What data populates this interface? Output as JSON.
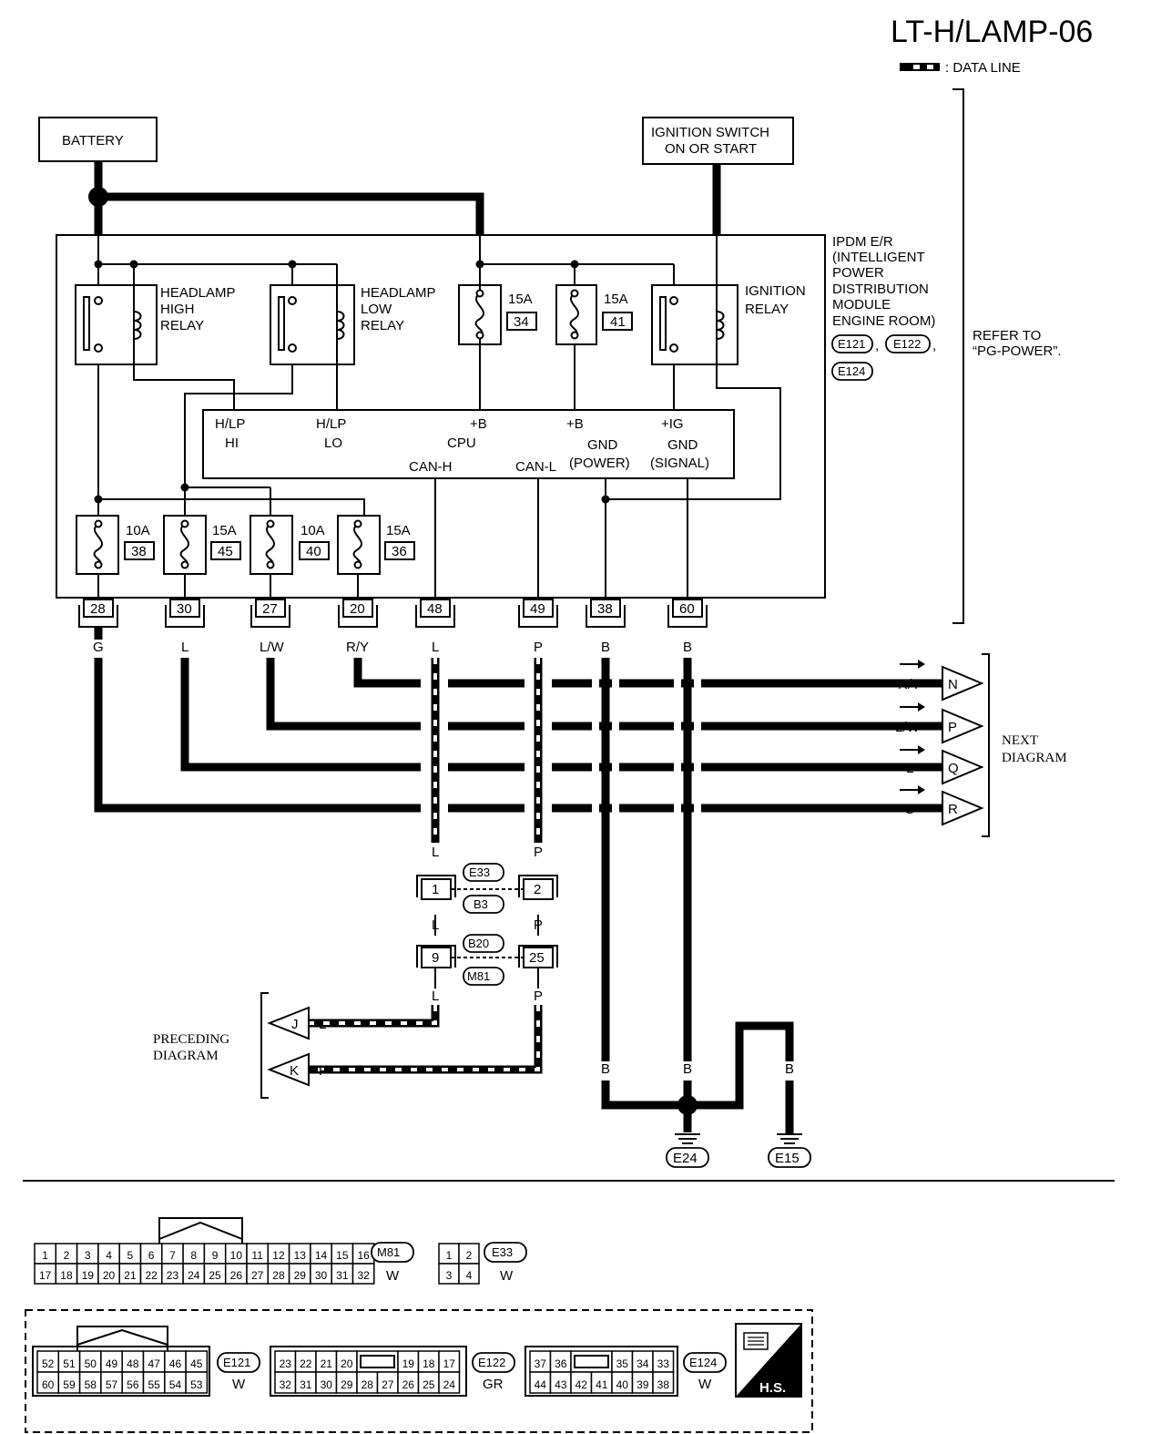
{
  "title": "LT-H/LAMP-06",
  "legend": {
    "data_line": ": DATA LINE"
  },
  "battery": "BATTERY",
  "ignition_switch": [
    "IGNITION SWITCH",
    "ON OR START"
  ],
  "ipdm": {
    "lines": [
      "IPDM E/R",
      "(INTELLIGENT",
      "POWER",
      "DISTRIBUTION",
      "MODULE",
      "ENGINE ROOM)"
    ],
    "connectors": [
      "E121",
      "E122",
      "E124"
    ]
  },
  "refer_to": [
    "REFER TO",
    "“PG-POWER”."
  ],
  "relays": {
    "high": [
      "HEADLAMP",
      "HIGH",
      "RELAY"
    ],
    "low": [
      "HEADLAMP",
      "LOW",
      "RELAY"
    ],
    "ignition": [
      "IGNITION",
      "RELAY"
    ]
  },
  "top_fuses": [
    {
      "amps": "15A",
      "num": "34"
    },
    {
      "amps": "15A",
      "num": "41"
    }
  ],
  "cpu": {
    "hlp_hi": [
      "H/LP",
      "HI"
    ],
    "hlp_lo": [
      "H/LP",
      "LO"
    ],
    "pb1": "+B",
    "cpu": "CPU",
    "pb2": "+B",
    "pig": "+IG",
    "can_h": "CAN-H",
    "can_l": "CAN-L",
    "gnd_power": [
      "GND",
      "(POWER)"
    ],
    "gnd_signal": [
      "GND",
      "(SIGNAL)"
    ]
  },
  "bottom_fuses": [
    {
      "amps": "10A",
      "num": "38"
    },
    {
      "amps": "15A",
      "num": "45"
    },
    {
      "amps": "10A",
      "num": "40"
    },
    {
      "amps": "15A",
      "num": "36"
    }
  ],
  "pins": [
    "28",
    "30",
    "27",
    "20",
    "48",
    "49",
    "38",
    "60"
  ],
  "pin_colors": [
    "G",
    "L",
    "L/W",
    "R/Y",
    "L",
    "P",
    "B",
    "B"
  ],
  "next": {
    "wires": [
      "R/Y",
      "L/W",
      "L",
      "G"
    ],
    "letters": [
      "N",
      "P",
      "Q",
      "R"
    ],
    "label": [
      "NEXT",
      "DIAGRAM"
    ]
  },
  "mid_connectors": {
    "a_pins": [
      "1",
      "2"
    ],
    "a_names": [
      "E33",
      "B3"
    ],
    "b_pins": [
      "9",
      "25"
    ],
    "b_names": [
      "B20",
      "M81"
    ],
    "colors": {
      "l": "L",
      "p": "P"
    }
  },
  "preceding": {
    "letters": [
      "J",
      "K"
    ],
    "wires": [
      "L",
      "P"
    ],
    "label": [
      "PRECEDING",
      "DIAGRAM"
    ]
  },
  "grounds": {
    "wire": "B",
    "names": [
      "E24",
      "E15"
    ]
  },
  "m81_table": {
    "row1": [
      "1",
      "2",
      "3",
      "4",
      "5",
      "6",
      "7",
      "8",
      "9",
      "10",
      "11",
      "12",
      "13",
      "14",
      "15",
      "16"
    ],
    "row2": [
      "17",
      "18",
      "19",
      "20",
      "21",
      "22",
      "23",
      "24",
      "25",
      "26",
      "27",
      "28",
      "29",
      "30",
      "31",
      "32"
    ],
    "name": "M81",
    "color": "W"
  },
  "e33_table": {
    "row1": [
      "1",
      "2"
    ],
    "row2": [
      "3",
      "4"
    ],
    "name": "E33",
    "color": "W"
  },
  "e121_table": {
    "row1": [
      "52",
      "51",
      "50",
      "49",
      "48",
      "47",
      "46",
      "45"
    ],
    "row2": [
      "60",
      "59",
      "58",
      "57",
      "56",
      "55",
      "54",
      "53"
    ],
    "name": "E121",
    "color": "W"
  },
  "e122_table": {
    "row1": [
      "23",
      "22",
      "21",
      "20",
      "",
      "19",
      "18",
      "17"
    ],
    "row2": [
      "32",
      "31",
      "30",
      "29",
      "28",
      "27",
      "26",
      "25",
      "24"
    ],
    "name": "E122",
    "color": "GR"
  },
  "e124_table": {
    "row1": [
      "37",
      "36",
      "",
      "35",
      "34",
      "33"
    ],
    "row2": [
      "44",
      "43",
      "42",
      "41",
      "40",
      "39",
      "38"
    ],
    "name": "E124",
    "color": "W"
  },
  "hs_badge": "H.S."
}
